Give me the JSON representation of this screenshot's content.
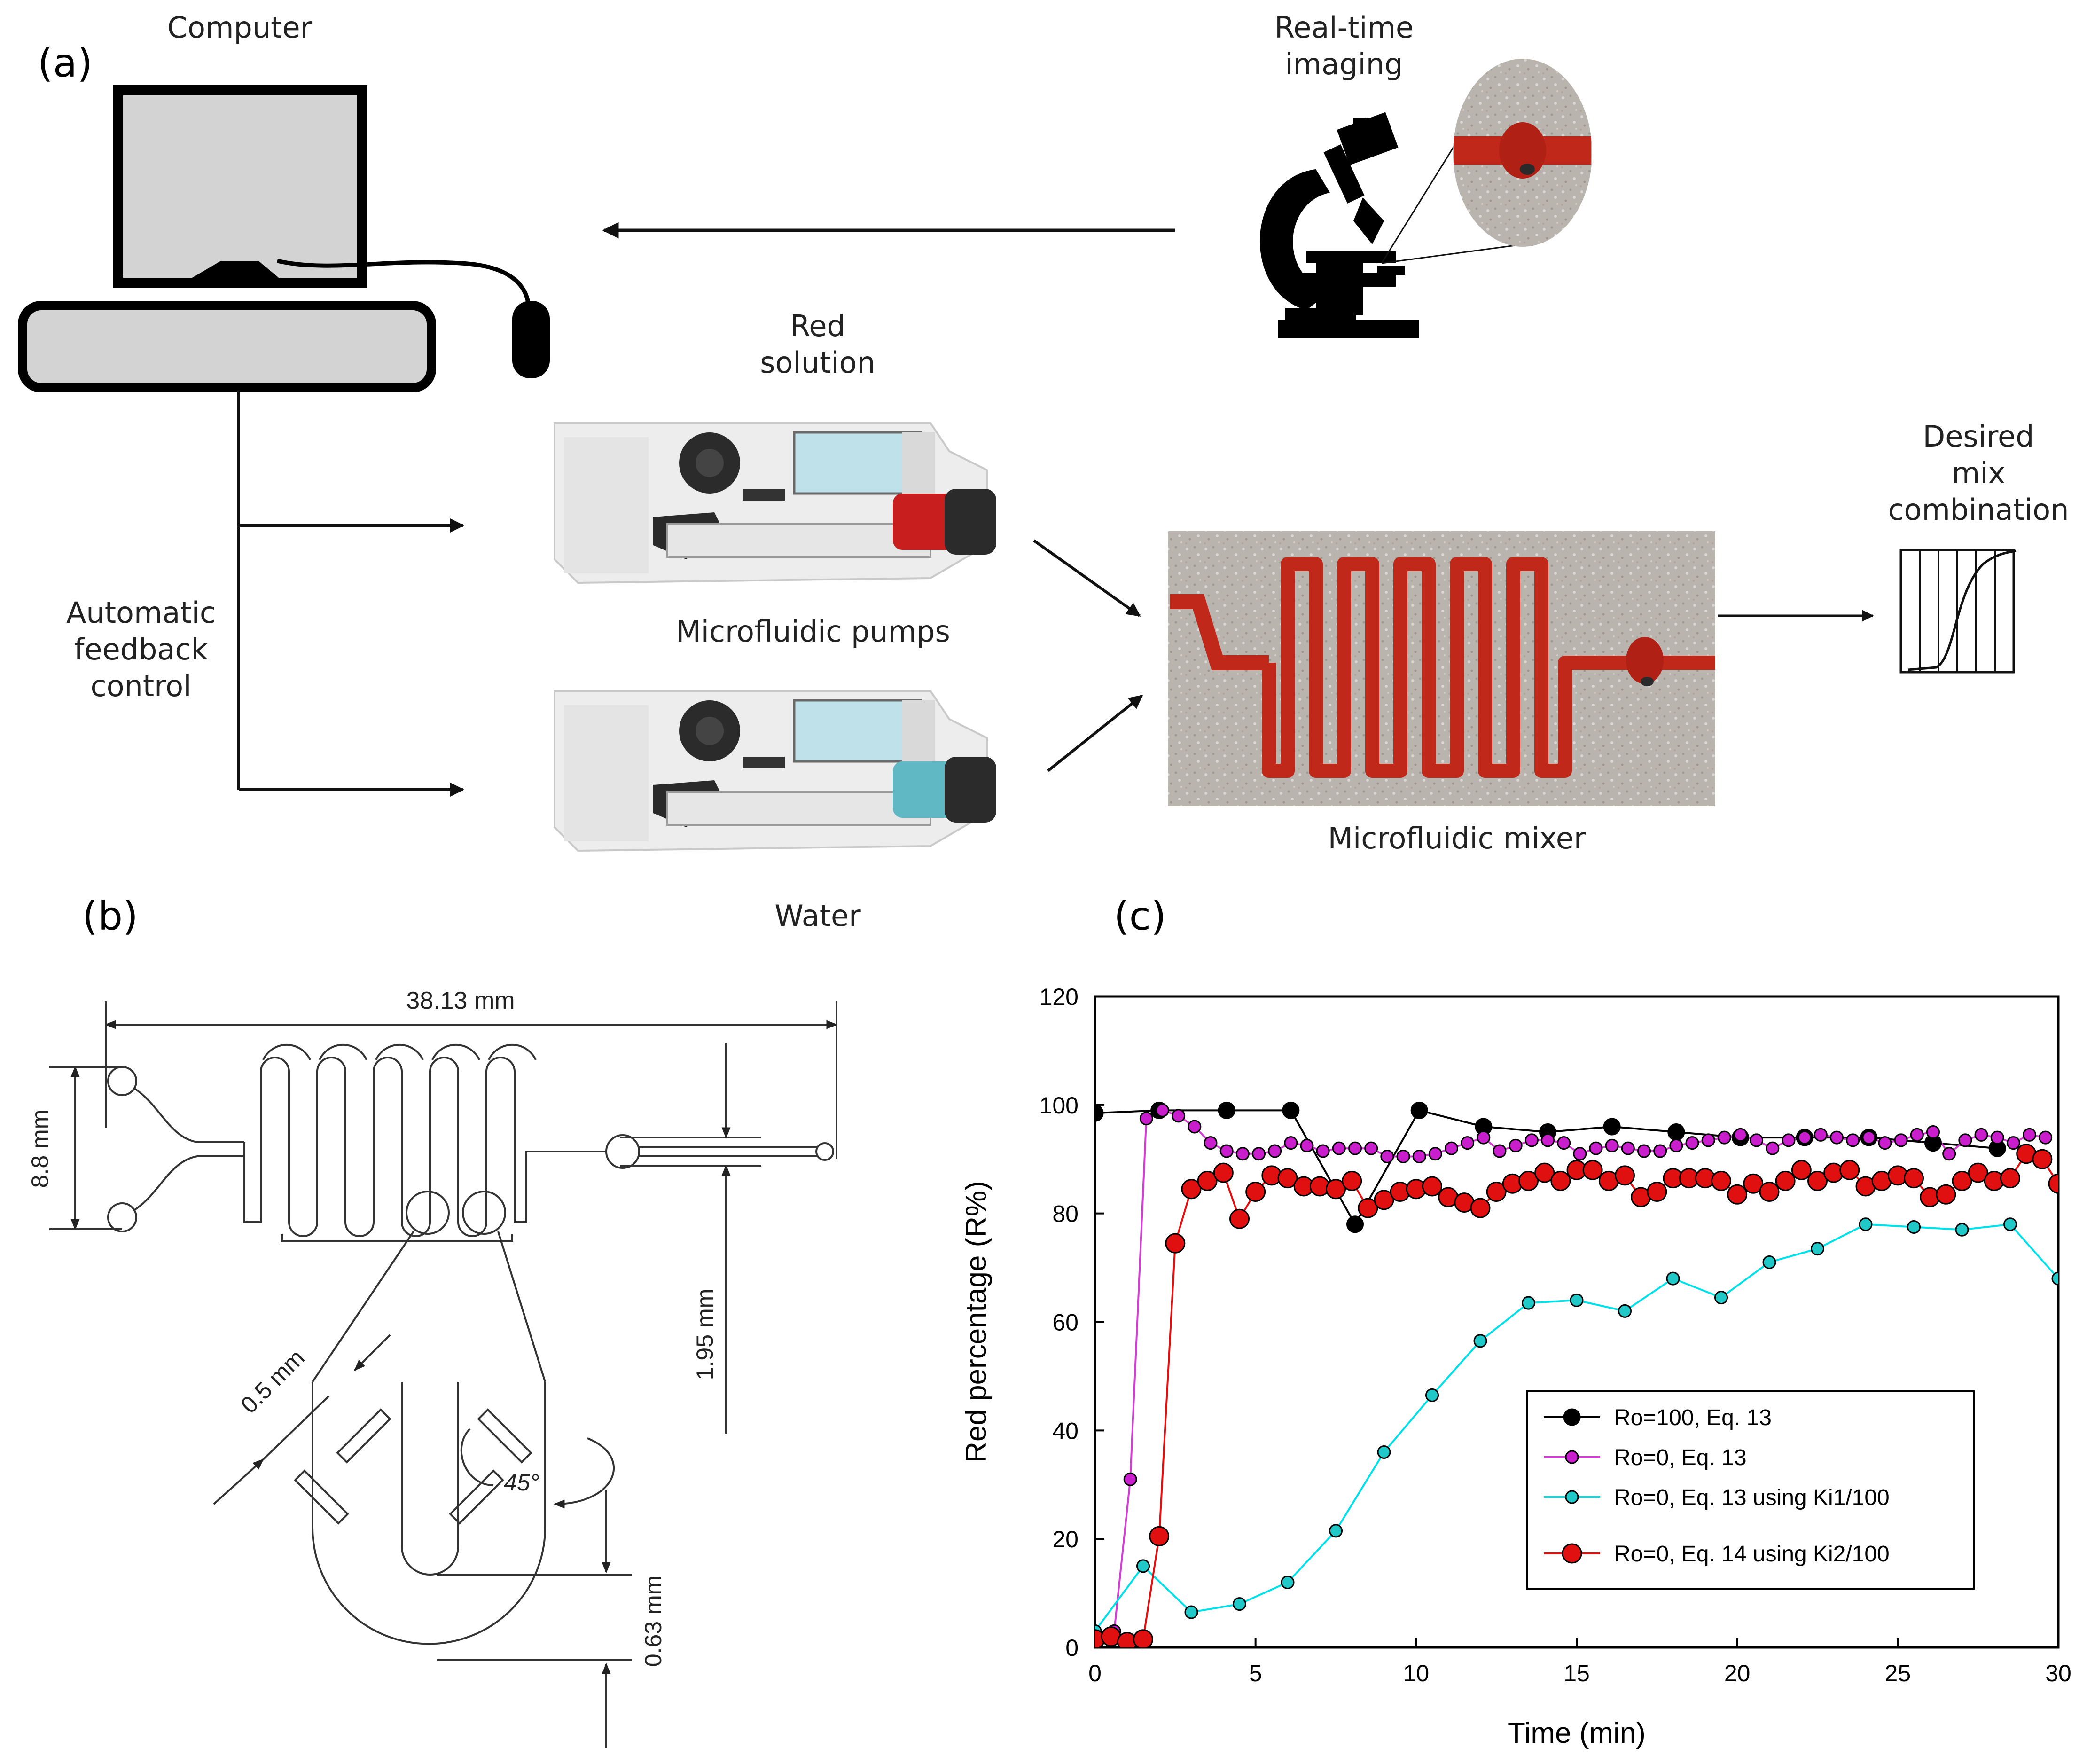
{
  "panel_a": {
    "label": "(a)",
    "computer": "Computer",
    "realtime_line1": "Real-time",
    "realtime_line2": "imaging",
    "red_line1": "Red",
    "red_line2": "solution",
    "pumps": "Microfluidic pumps",
    "water": "Water",
    "feedback_line1": "Automatic",
    "feedback_line2": "feedback",
    "feedback_line3": "control",
    "desired_line1": "Desired",
    "desired_line2": "mix",
    "desired_line3": "combination",
    "mixer": "Microfluidic mixer",
    "colors": {
      "red_fluid": "#c0281a",
      "cyan_cap": "#5fb8c4",
      "red_cap": "#c81e1e"
    }
  },
  "panel_b": {
    "label": "(b)",
    "dim_length": "38.13 mm",
    "dim_height": "8.8 mm",
    "dim_outlet": "1.95 mm",
    "dim_baffle": "0.5 mm",
    "dim_angle": "45°",
    "dim_bend": "0.63 mm"
  },
  "panel_c": {
    "label": "(c)"
  },
  "chart_data": {
    "type": "line",
    "xlabel": "Time (min)",
    "ylabel": "Red percentage (R%)",
    "xlim": [
      0,
      30
    ],
    "ylim": [
      0,
      120
    ],
    "xticks": [
      0,
      5,
      10,
      15,
      20,
      25,
      30
    ],
    "yticks": [
      0,
      20,
      40,
      60,
      80,
      100,
      120
    ],
    "grid": false,
    "legend_position": "lower-right",
    "series": [
      {
        "name": "Ro=100, Eq. 13",
        "color": "#000000",
        "line_color": "#000000",
        "x": [
          0,
          2,
          4.1,
          6.1,
          8.1,
          10.1,
          12.1,
          14.1,
          16.1,
          18.1,
          20.1,
          22.1,
          24.1,
          26.1,
          28.1
        ],
        "y": [
          98.5,
          99,
          99,
          99,
          78,
          99,
          96,
          95,
          96,
          95,
          94,
          94,
          94,
          93,
          92
        ]
      },
      {
        "name": "Ro=0, Eq. 13",
        "color": "#c81ecb",
        "line_color": "#d040d0",
        "x": [
          0,
          0.6,
          1.1,
          1.6,
          2.1,
          2.6,
          3.1,
          3.6,
          4.1,
          4.6,
          5.1,
          5.6,
          6.1,
          6.6,
          7.1,
          7.6,
          8.1,
          8.6,
          9.1,
          9.6,
          10.1,
          10.6,
          11.1,
          11.6,
          12.1,
          12.6,
          13.1,
          13.6,
          14.1,
          14.6,
          15.1,
          15.6,
          16.1,
          16.6,
          17.1,
          17.6,
          18.1,
          18.6,
          19.1,
          19.6,
          20.1,
          20.6,
          21.1,
          21.6,
          22.1,
          22.6,
          23.1,
          23.6,
          24.1,
          24.6,
          25.1,
          25.6,
          26.1,
          26.6,
          27.1,
          27.6,
          28.1,
          28.6,
          29.1,
          29.6
        ],
        "y": [
          1.5,
          3,
          31,
          97.5,
          99,
          98,
          96,
          93,
          91.5,
          91,
          91,
          91.5,
          93,
          92.5,
          91.5,
          92,
          92,
          92,
          90.5,
          90.5,
          90.5,
          91,
          92,
          93,
          94,
          91.5,
          92.5,
          93.5,
          93.5,
          93,
          91,
          92,
          92.5,
          92,
          91.5,
          91.5,
          92.5,
          93,
          93.5,
          94,
          94.5,
          93.5,
          92,
          93.5,
          94,
          94.5,
          94,
          93.5,
          94,
          93,
          93.5,
          94.5,
          95,
          91,
          93.5,
          94.5,
          94,
          93,
          94.5,
          94
        ]
      },
      {
        "name": "Ro=0, Eq. 13 using Ki1/100",
        "color": "#20c8c8",
        "line_color": "#00e0e8",
        "x": [
          0,
          1.5,
          3,
          4.5,
          6,
          7.5,
          9,
          10.5,
          12,
          13.5,
          15,
          16.5,
          18,
          19.5,
          21,
          22.5,
          24,
          25.5,
          27,
          28.5,
          30
        ],
        "y": [
          3,
          15,
          6.5,
          8,
          12,
          21.5,
          36,
          46.5,
          56.5,
          63.5,
          64,
          62,
          68,
          64.5,
          71,
          73.5,
          78,
          77.5,
          77,
          78,
          68
        ]
      },
      {
        "name": "Ro=0, Eq. 14 using Ki2/100",
        "color": "#e01010",
        "line_color": "#e01010",
        "x": [
          0,
          0.5,
          1,
          1.5,
          2,
          2.5,
          3,
          3.5,
          4,
          4.5,
          5,
          5.5,
          6,
          6.5,
          7,
          7.5,
          8,
          8.5,
          9,
          9.5,
          10,
          10.5,
          11,
          11.5,
          12,
          12.5,
          13,
          13.5,
          14,
          14.5,
          15,
          15.5,
          16,
          16.5,
          17,
          17.5,
          18,
          18.5,
          19,
          19.5,
          20,
          20.5,
          21,
          21.5,
          22,
          22.5,
          23,
          23.5,
          24,
          24.5,
          25,
          25.5,
          26,
          26.5,
          27,
          27.5,
          28,
          28.5,
          29,
          29.5,
          30
        ],
        "y": [
          1.5,
          2,
          1,
          1.5,
          20.5,
          74.5,
          84.5,
          86,
          87.5,
          79,
          84,
          87,
          86.5,
          85,
          85,
          84.5,
          86,
          81,
          82.5,
          84,
          84.5,
          85,
          83,
          82,
          81,
          84,
          85.5,
          86,
          87.5,
          86,
          88,
          88,
          86,
          87,
          83,
          84,
          86.5,
          86.5,
          86.5,
          86,
          83.5,
          85.5,
          84,
          86,
          88,
          86,
          87.5,
          88,
          85,
          86,
          87,
          86.5,
          83,
          83.5,
          86,
          87.5,
          86,
          86.5,
          91,
          90,
          85.5
        ]
      }
    ]
  }
}
